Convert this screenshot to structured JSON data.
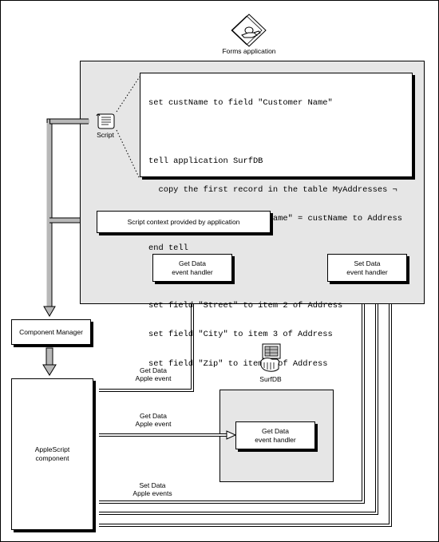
{
  "diagram": {
    "forms_app_label": "Forms application",
    "script_label": "Script",
    "script_lines": [
      "set custName to field \"Customer Name\"",
      "",
      "tell application SurfDB",
      "  copy the first record in the table MyAddresses ¬",
      "   whose cell \"Customer Name\" = custName to Address",
      "end tell",
      "",
      "set field \"Street\" to item 2 of Address",
      "set field \"City\" to item 3 of Address",
      "set field \"Zip\" to item 4 of Address"
    ],
    "script_context_label": "Script context provided by application",
    "get_data_handler": [
      "Get Data",
      "event handler"
    ],
    "set_data_handler": [
      "Set Data",
      "event handler"
    ],
    "component_manager_label": "Component Manager",
    "applescript_component": [
      "AppleScript",
      "component"
    ],
    "surfdb_label": "SurfDB",
    "surfdb_handler": [
      "Get Data",
      "event handler"
    ],
    "event_get_data_1": [
      "Get Data",
      "Apple event"
    ],
    "event_get_data_2": [
      "Get Data",
      "Apple event"
    ],
    "event_set_data": [
      "Set Data",
      "Apple events"
    ]
  }
}
